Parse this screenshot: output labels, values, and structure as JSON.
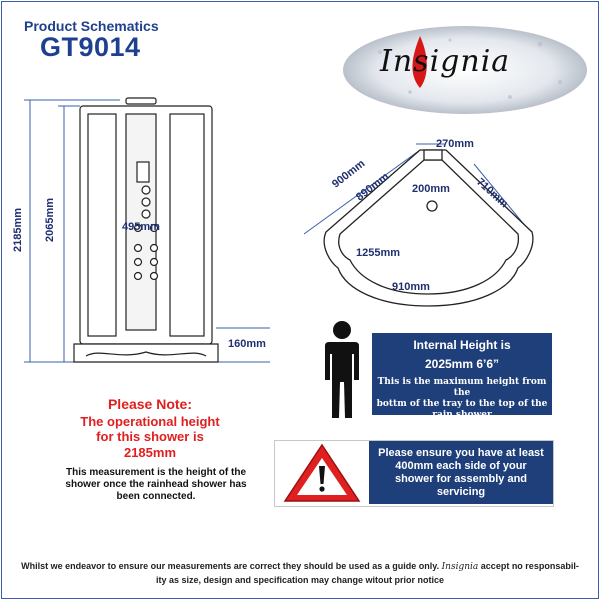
{
  "header": {
    "subtitle": "Product Schematics",
    "model": "GT9014"
  },
  "logo": {
    "brand": "Insignia"
  },
  "front_view": {
    "height_total": "2185mm",
    "height_cabin": "2065mm",
    "panel_width": "495mm",
    "tray_height": "160mm"
  },
  "top_view": {
    "side_left": "900mm",
    "inner_left": "890mm",
    "top_width": "270mm",
    "inner_right": "710mm",
    "drain_offset": "200mm",
    "width_1255": "1255mm",
    "width_910": "910mm"
  },
  "internal_height": {
    "title_line1": "Internal Height is",
    "title_line2": "2025mm 6’6”",
    "desc_line1": "This is the maximum height from the",
    "desc_line2": "bottm of the tray to the top of the",
    "desc_line3": "rain shower"
  },
  "clearance": {
    "line1": "Please ensure you have at least",
    "line2": "400mm each side of your",
    "line3": "shower for assembly and",
    "line4": "servicing"
  },
  "note": {
    "title": "Please Note:",
    "line1": "The operational height",
    "line2": "for this shower is",
    "value": "2185mm",
    "body1": "This measurement is the height of the",
    "body2": "shower once the rainhead shower has",
    "body3": "been connected."
  },
  "footer": {
    "part1": "Whilst we endeavor to ensure our measurements are correct they should be used as a guide only.",
    "brand": "Insignia",
    "part2": "accept no responsabil-",
    "line2": "ity as size, design and specification may change witout prior notice"
  },
  "colors": {
    "title_blue": "#1f3f8f",
    "box_navy": "#1f3f7a",
    "note_red": "#e02020",
    "warning_red": "#e02020",
    "dim_line_blue": "#3a5fa8"
  },
  "icons": {
    "person": "person-silhouette-icon",
    "warning": "warning-triangle-icon"
  }
}
